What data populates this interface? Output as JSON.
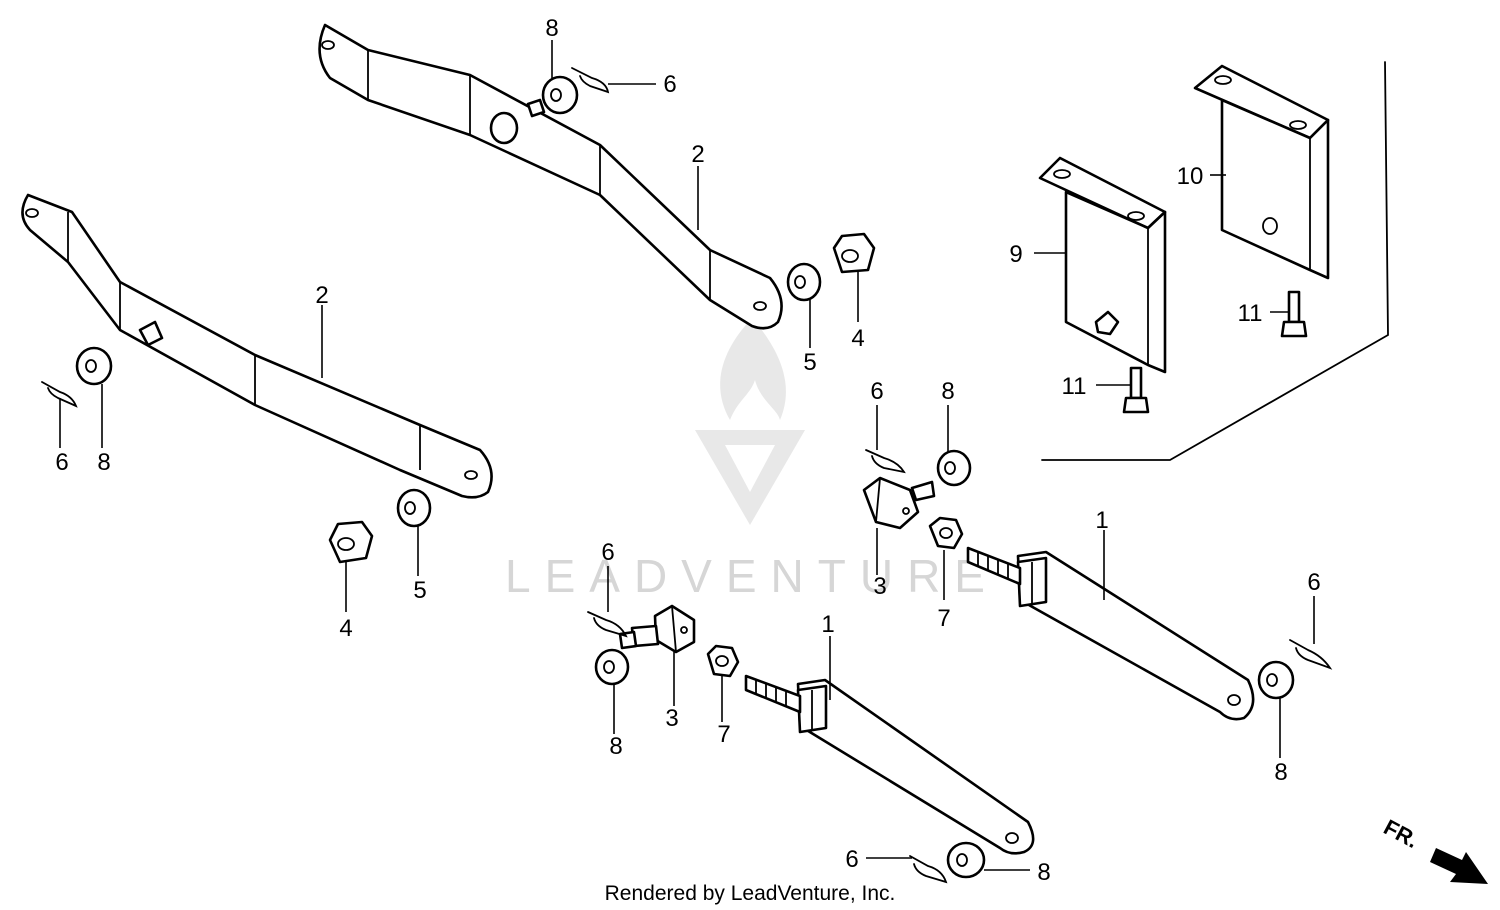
{
  "watermark": {
    "brand": "LEADVENTURE"
  },
  "credit": "Rendered by LeadVenture, Inc.",
  "direction_marker": {
    "label": "FR.",
    "icon": "arrow-down-right-icon"
  },
  "callouts": {
    "rod_front": "1",
    "rod_rear": "1",
    "arm_left": "2",
    "arm_right": "2",
    "joint_front": "3",
    "joint_rear": "3",
    "nut_arm_left": "4",
    "nut_arm_right": "4",
    "washer_arm_left": "5",
    "washer_arm_right": "5",
    "pin_arm_left": "6",
    "pin_arm_right": "6",
    "pin_joint_front": "6",
    "pin_joint_rear": "6",
    "pin_rod_front": "6",
    "pin_rod_rear": "6",
    "nut_rod_front": "7",
    "nut_rod_rear": "7",
    "washer_arm_left_pin": "8",
    "washer_arm_right_pin": "8",
    "washer_joint_front": "8",
    "washer_joint_rear": "8",
    "washer_rod_front": "8",
    "washer_rod_rear": "8",
    "bracket_left": "9",
    "bracket_right": "10",
    "bolt_bracket_left": "11",
    "bolt_bracket_right": "11"
  }
}
